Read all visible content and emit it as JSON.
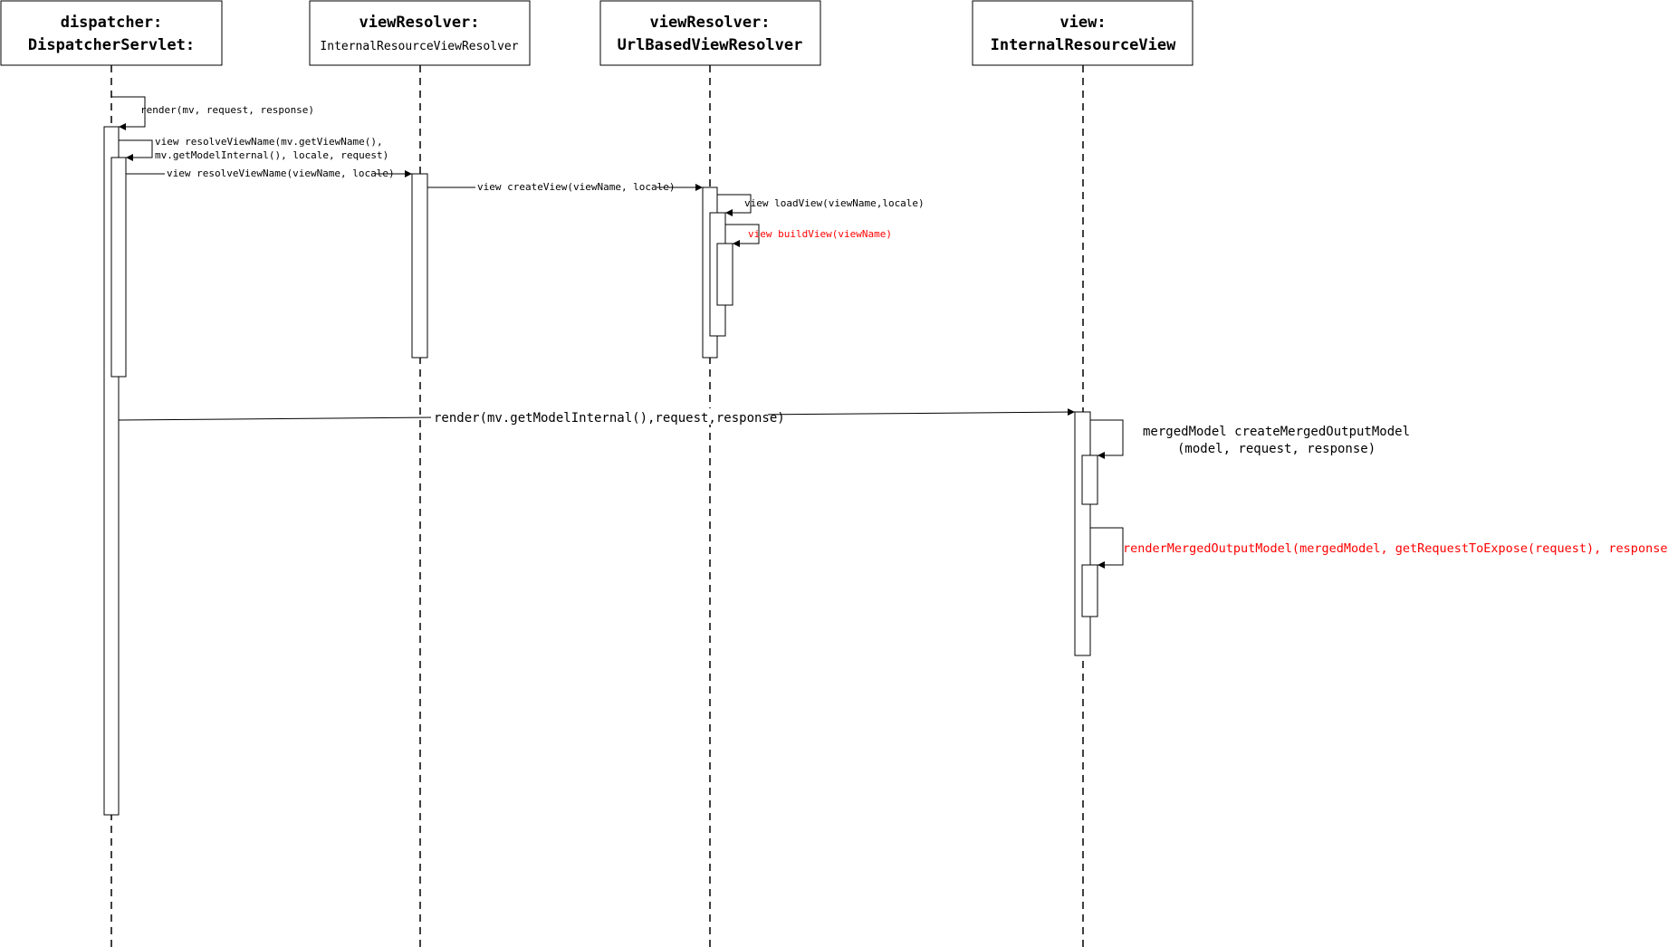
{
  "participants": [
    {
      "id": "dispatcher",
      "line1": "dispatcher:",
      "line2": "DispatcherServlet:",
      "line2_bold": true
    },
    {
      "id": "internal-resolver",
      "line1": "viewResolver:",
      "line2": "InternalResourceViewResolver",
      "line2_bold": false
    },
    {
      "id": "urlbased-resolver",
      "line1": "viewResolver:",
      "line2": "UrlBasedViewResolver",
      "line2_bold": true
    },
    {
      "id": "internal-view",
      "line1": "view:",
      "line2": "InternalResourceView",
      "line2_bold": true
    }
  ],
  "messages": [
    {
      "id": "render-self",
      "lines": [
        "render(mv, request, response)"
      ],
      "highlight": false
    },
    {
      "id": "resolve-view-name-self",
      "lines": [
        "view  resolveViewName(mv.getViewName(),",
        "mv.getModelInternal(), locale, request)"
      ],
      "highlight": false
    },
    {
      "id": "resolve-view-name-call",
      "lines": [
        "view resolveViewName(viewName, locale)"
      ],
      "highlight": false
    },
    {
      "id": "create-view-call",
      "lines": [
        "view createView(viewName, locale)"
      ],
      "highlight": false
    },
    {
      "id": "load-view-self",
      "lines": [
        "view loadView(viewName,locale)"
      ],
      "highlight": false
    },
    {
      "id": "build-view-self",
      "lines": [
        "view buildView(viewName)"
      ],
      "highlight": true
    },
    {
      "id": "render-view-call",
      "lines": [
        "render(mv.getModelInternal(),request,response)"
      ],
      "highlight": false
    },
    {
      "id": "create-merged-model-self",
      "lines": [
        "mergedModel createMergedOutputModel",
        "(model, request, response)"
      ],
      "highlight": false
    },
    {
      "id": "render-merged-self",
      "lines": [
        "renderMergedOutputModel(mergedModel, getRequestToExpose(request), response)"
      ],
      "highlight": true
    }
  ],
  "colors": {
    "line": "#000000",
    "highlight": "#ff0000",
    "background": "#ffffff"
  }
}
